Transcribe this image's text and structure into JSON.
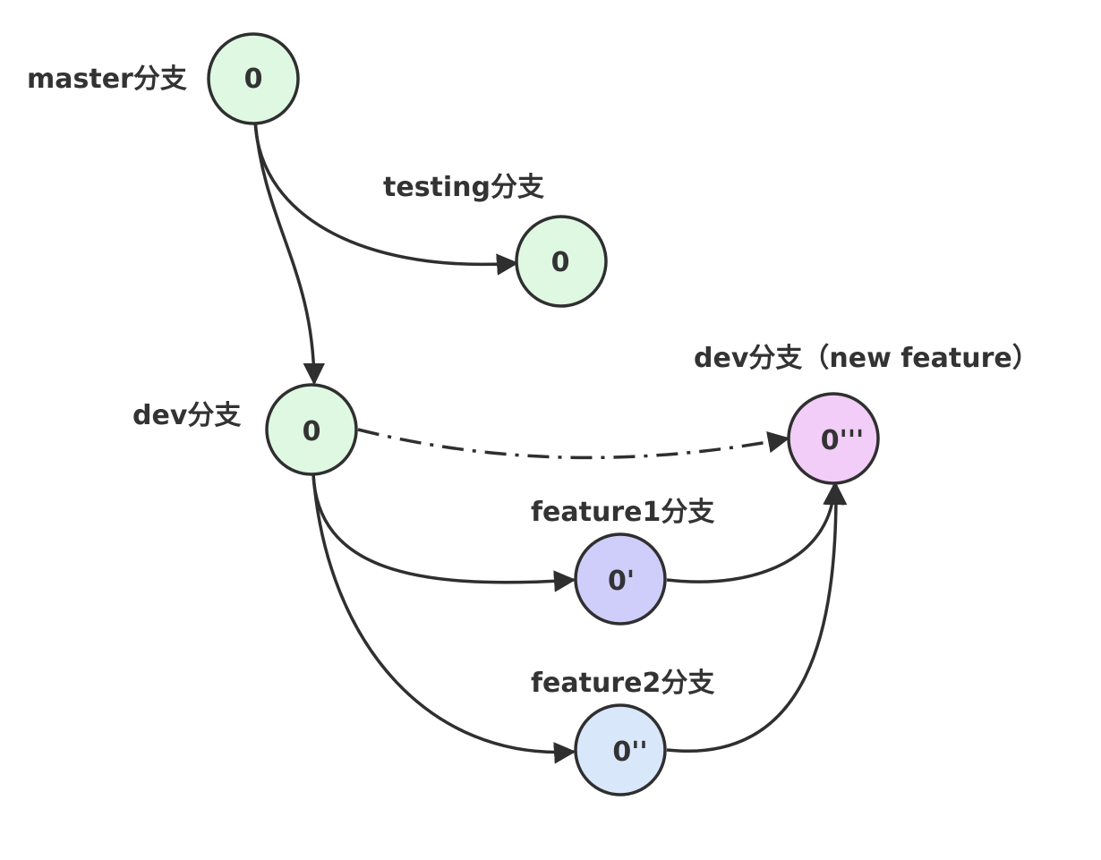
{
  "labels": {
    "master": "master分支",
    "testing": "testing分支",
    "dev": "dev分支",
    "dev_new": "dev分支（new feature）",
    "feature1": "feature1分支",
    "feature2": "feature2分支"
  },
  "nodes": {
    "master": {
      "text": "0",
      "fill": "#dff8e2"
    },
    "testing": {
      "text": "0",
      "fill": "#dff8e2"
    },
    "dev": {
      "text": "0",
      "fill": "#dff8e2"
    },
    "dev_new": {
      "text": "0'''",
      "fill": "#f1cdf7"
    },
    "feature1": {
      "text": "0'",
      "fill": "#cfcdfa"
    },
    "feature2": {
      "text": "0''",
      "fill": "#d9e7fb"
    }
  },
  "colors": {
    "stroke": "#2f2f2f",
    "text": "#333333"
  }
}
